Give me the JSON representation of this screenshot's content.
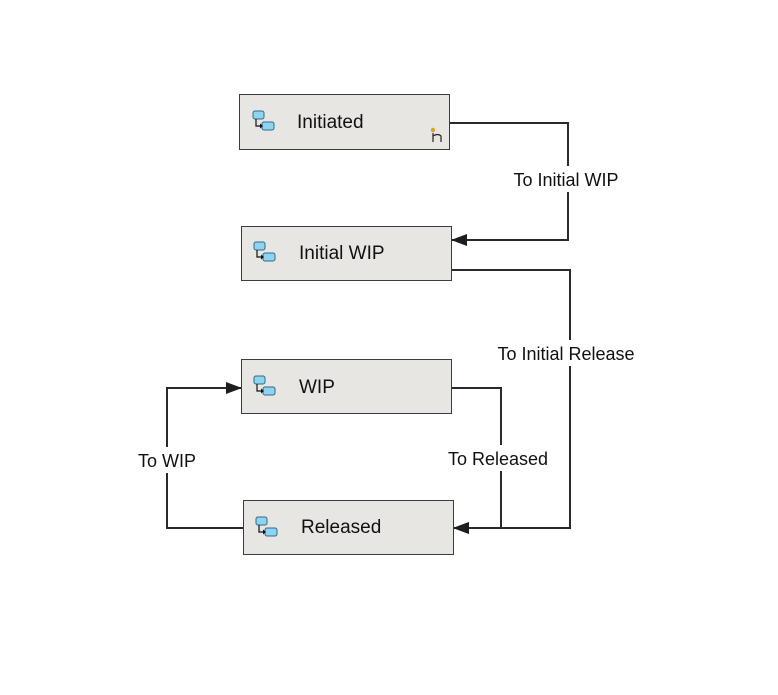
{
  "states": {
    "initiated": {
      "label": "Initiated",
      "icon": "workflow-state-icon",
      "badge": "start-state-icon"
    },
    "initial_wip": {
      "label": "Initial WIP",
      "icon": "workflow-state-icon"
    },
    "wip": {
      "label": "WIP",
      "icon": "workflow-state-icon"
    },
    "released": {
      "label": "Released",
      "icon": "workflow-state-icon"
    }
  },
  "transitions": {
    "to_initial_wip": {
      "label": "To Initial WIP",
      "from": "Initiated",
      "to": "Initial WIP"
    },
    "to_initial_release": {
      "label": "To Initial Release",
      "from": "Initial WIP",
      "to": "Released"
    },
    "to_released": {
      "label": "To Released",
      "from": "WIP",
      "to": "Released"
    },
    "to_wip": {
      "label": "To WIP",
      "from": "Released",
      "to": "WIP"
    }
  },
  "colors": {
    "box_fill": "#e8e6e3",
    "box_stroke": "#3c3c3c",
    "edge": "#2a2a2a",
    "icon_fill": "#8fd3f0",
    "icon_stroke": "#2b6c8c",
    "badge_accent": "#e0a020"
  }
}
